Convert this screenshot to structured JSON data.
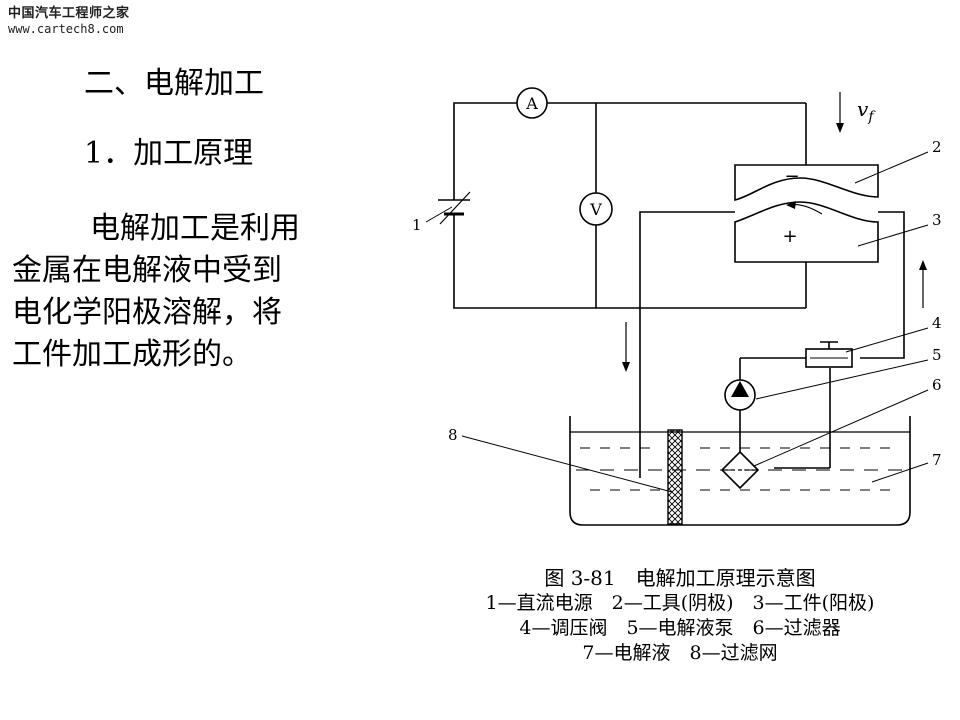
{
  "watermark": {
    "site_name": "中国汽车工程师之家",
    "url": "www.cartech8.com"
  },
  "slide": {
    "section_title": "二、电解加工",
    "subsection_title": "1．加工原理",
    "body_lines": [
      "电解加工是利用",
      "金属在电解液中受到",
      "电化学阳极溶解，将",
      "工件加工成形的。"
    ]
  },
  "diagram": {
    "ammeter_symbol": "A",
    "voltmeter_symbol": "V",
    "feed_label": "v",
    "feed_subscript": "f",
    "cathode_sign": "−",
    "anode_sign": "+",
    "part_numbers": [
      "1",
      "2",
      "3",
      "4",
      "5",
      "6",
      "7",
      "8"
    ],
    "line_color": "#000000",
    "hatch_color": "#000000"
  },
  "caption": {
    "title": "图 3-81　电解加工原理示意图",
    "legend_lines": [
      "1—直流电源　2—工具(阴极)　3—工件(阳极)",
      "4—调压阀　5—电解液泵　6—过滤器",
      "7—电解液　8—过滤网"
    ]
  }
}
